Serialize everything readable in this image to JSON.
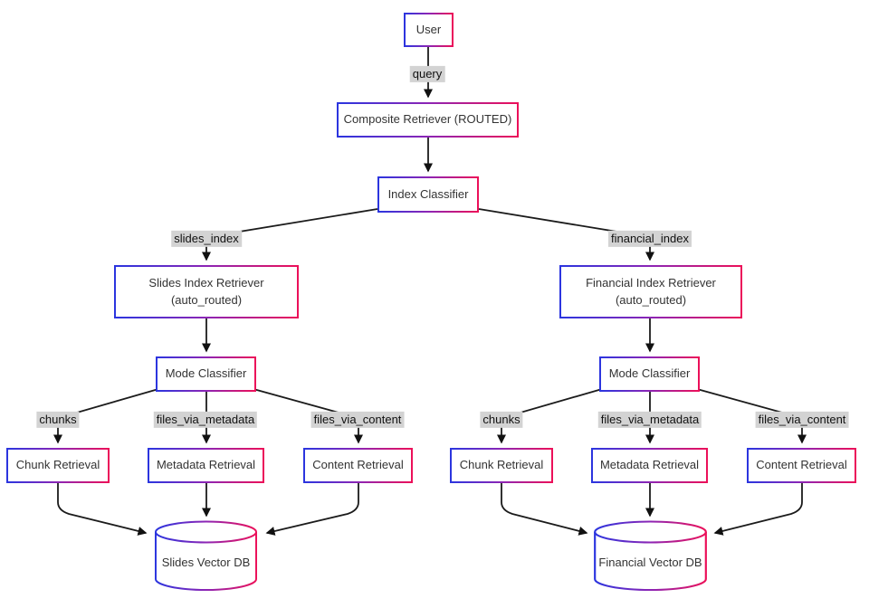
{
  "diagram": {
    "type": "flowchart",
    "direction": "top-down",
    "description": "Composite routed retriever architecture with slides and financial index branches"
  },
  "nodes": {
    "user": {
      "label": "User"
    },
    "composite_retriever": {
      "label": "Composite Retriever (ROUTED)"
    },
    "index_classifier": {
      "label": "Index Classifier"
    },
    "slides_index_retriever": {
      "label": "Slides Index Retriever",
      "sublabel": "(auto_routed)"
    },
    "financial_index_retriever": {
      "label": "Financial Index Retriever",
      "sublabel": "(auto_routed)"
    },
    "mode_classifier_slides": {
      "label": "Mode Classifier"
    },
    "mode_classifier_financial": {
      "label": "Mode Classifier"
    },
    "chunk_retrieval_slides": {
      "label": "Chunk Retrieval"
    },
    "metadata_retrieval_slides": {
      "label": "Metadata Retrieval"
    },
    "content_retrieval_slides": {
      "label": "Content Retrieval"
    },
    "chunk_retrieval_financial": {
      "label": "Chunk Retrieval"
    },
    "metadata_retrieval_financial": {
      "label": "Metadata Retrieval"
    },
    "content_retrieval_financial": {
      "label": "Content Retrieval"
    },
    "slides_vector_db": {
      "label": "Slides Vector DB"
    },
    "financial_vector_db": {
      "label": "Financial Vector DB"
    }
  },
  "edge_labels": {
    "query": "query",
    "slides_index": "slides_index",
    "financial_index": "financial_index",
    "chunks_slides": "chunks",
    "files_via_metadata_slides": "files_via_metadata",
    "files_via_content_slides": "files_via_content",
    "chunks_financial": "chunks",
    "files_via_metadata_financial": "files_via_metadata",
    "files_via_content_financial": "files_via_content"
  },
  "colors": {
    "gradient_blue": "#2b35df",
    "gradient_purple": "#8c25b5",
    "gradient_pink": "#ec1059",
    "edge_label_bg": "#d3d3d3",
    "node_fill": "#ffffff",
    "node_text": "#333333",
    "edge_line": "#1b1b1b"
  }
}
